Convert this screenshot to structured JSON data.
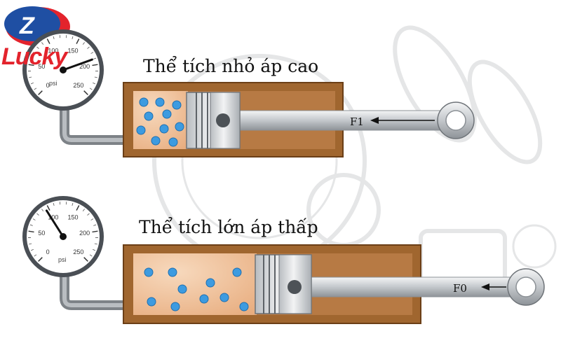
{
  "brand": {
    "name": "Lucky",
    "logo_letter": "Z",
    "colors": {
      "red": "#e3232c",
      "blue": "#1f4fa3"
    }
  },
  "top_cylinder": {
    "caption": "Thể tích nhỏ áp cao",
    "force_label": "F1",
    "gauge": {
      "ticks": [
        "0",
        "50",
        "100",
        "150",
        "200",
        "250"
      ],
      "unit": "psi",
      "needle_value": 190
    }
  },
  "bottom_cylinder": {
    "caption": "Thể tích lớn áp thấp",
    "force_label": "F0",
    "gauge": {
      "ticks": [
        "0",
        "50",
        "100",
        "150",
        "200",
        "250"
      ],
      "unit": "psi",
      "needle_value": 95
    }
  },
  "colors": {
    "cylinder_wall": "#a0662f",
    "chamber": "#f1c8a4",
    "particle": "#3d9be0",
    "rod": "#c9cdd1"
  }
}
